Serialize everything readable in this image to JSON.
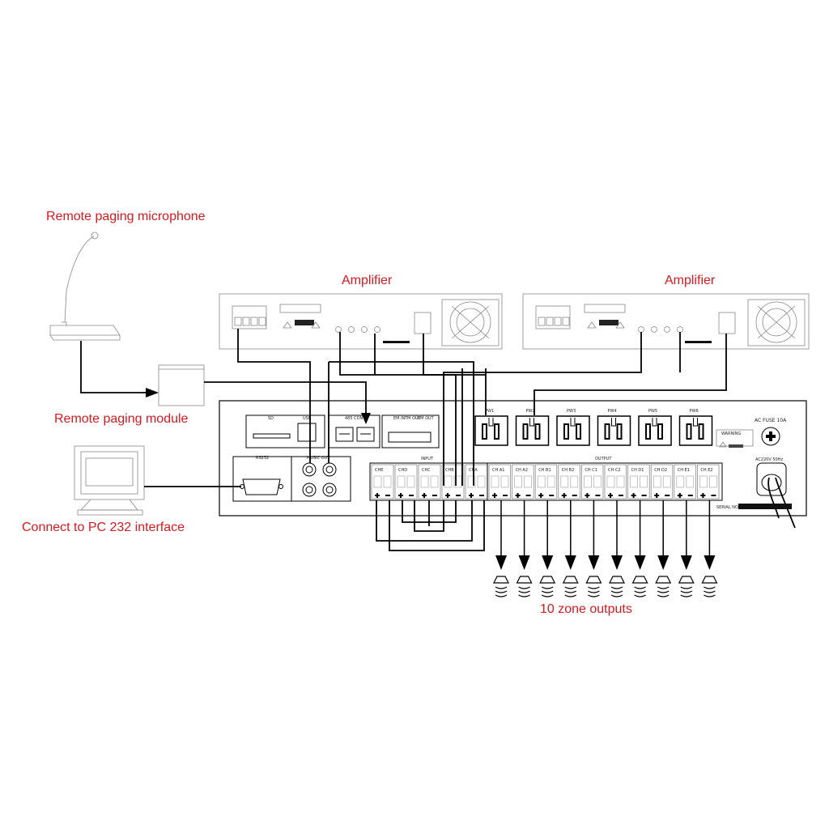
{
  "labels": {
    "microphone": "Remote paging microphone",
    "amplifier_left": "Amplifier",
    "amplifier_right": "Amplifier",
    "paging_module": "Remote paging module",
    "pc": "Connect to PC 232 interface",
    "zone_outputs": "10 zone outputs"
  },
  "panel": {
    "sd": "SD",
    "usb": "USB",
    "rs485": "485 CON",
    "rs232": "RS232",
    "music_out": "MUSIC OUT",
    "em_in": "EM IN",
    "tm_out": "TM OUT",
    "em_out": "EM OUT",
    "input_title": "INPUT",
    "output_title": "OUTPUT",
    "ac_fuse": "AC FUSE 10A",
    "ac_power": "AC220V  50Hz",
    "serial": "SERIAL NO.",
    "warning": "WARNING",
    "power_outlets": [
      "PW1",
      "PW2",
      "PW3",
      "PW4",
      "PW5",
      "PW6"
    ],
    "input_channels": [
      "CHE",
      "CHD",
      "CHC",
      "CHB",
      "CHA"
    ],
    "output_channels": [
      "CH A1",
      "CH A2",
      "CH B1",
      "CH B2",
      "CH C1",
      "CH C2",
      "CH D1",
      "CH D2",
      "CH E1",
      "CH E2"
    ]
  },
  "colors": {
    "label": "#d71920",
    "line": "#000000",
    "faint": "#888888"
  }
}
